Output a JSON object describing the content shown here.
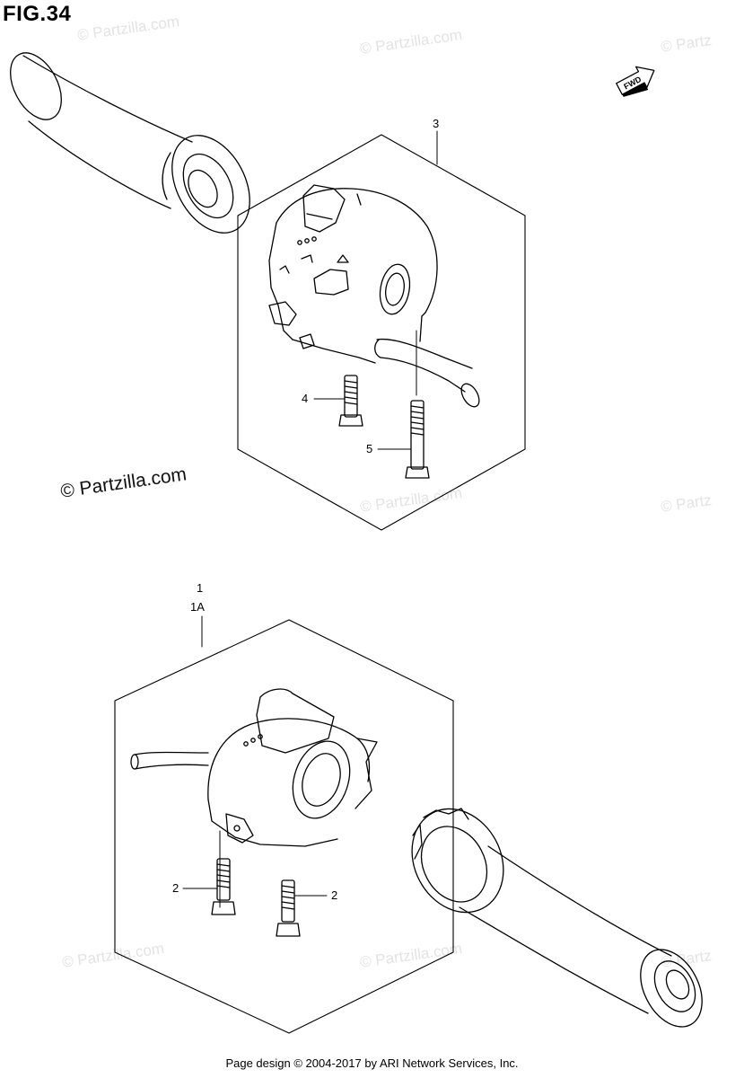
{
  "figure": {
    "title": "FIG.34"
  },
  "watermarks": {
    "primary": "© Partzilla.com",
    "faded": [
      "© Partzilla.com",
      "© Partzilla.com",
      "© Partz",
      "© Partzilla.com",
      "© Partz",
      "© Partzilla.com",
      "© Partzilla.com",
      "© Partz"
    ]
  },
  "direction_marker": {
    "label": "FWD"
  },
  "callouts": {
    "c3": "3",
    "c4": "4",
    "c5": "5",
    "c1": "1",
    "c1a": "1A",
    "c2a": "2",
    "c2b": "2"
  },
  "footer": {
    "text": "Page design © 2004-2017 by ARI Network Services, Inc."
  }
}
